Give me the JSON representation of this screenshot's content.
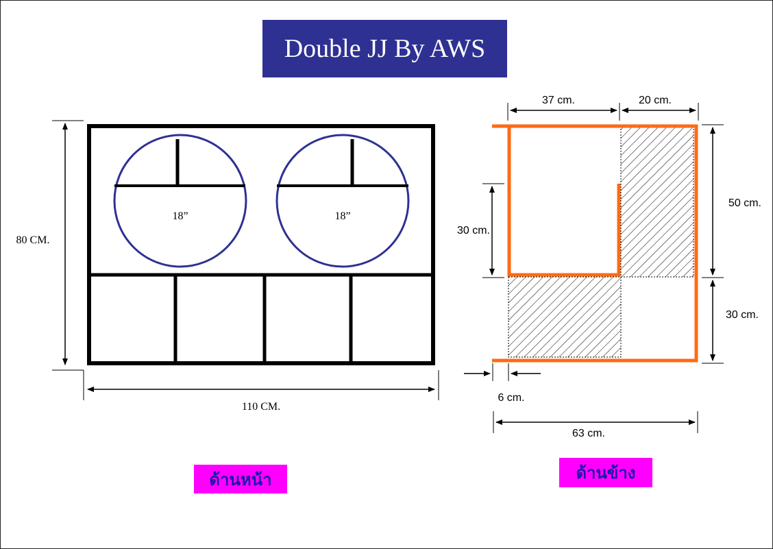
{
  "title": "Double JJ By AWS",
  "front_view": {
    "caption": "ด้านหน้า",
    "height_label": "80 CM.",
    "width_label": "110 CM.",
    "speakers": [
      {
        "size_label": "18”"
      },
      {
        "size_label": "18”"
      }
    ]
  },
  "side_view": {
    "caption": "ด้านข้าง",
    "dims": {
      "top_left": "37 cm.",
      "top_right": "20 cm.",
      "right_upper": "50 cm.",
      "right_lower": "30 cm.",
      "left_inner": "30 cm.",
      "port_gap": "6 cm.",
      "bottom_total": "63 cm."
    }
  },
  "colors": {
    "title_bg": "#2e3192",
    "caption_bg": "#ff00ff",
    "caption_text": "#1a1aa6",
    "enclosure_line": "#ff6a13",
    "speaker_circle": "#2e3192"
  }
}
